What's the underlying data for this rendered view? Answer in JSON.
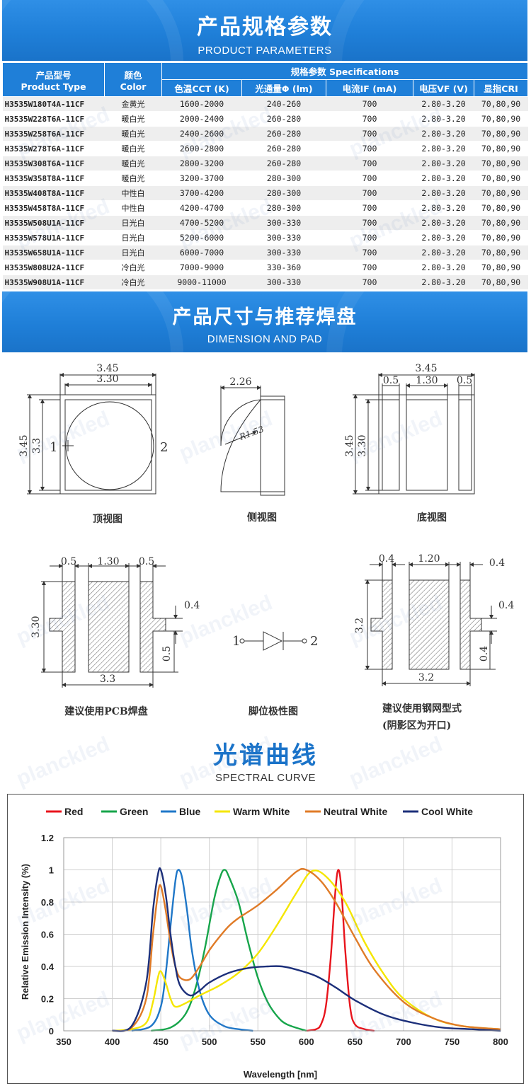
{
  "section1": {
    "title_zh": "产品规格参数",
    "title_en": "PRODUCT PARAMETERS"
  },
  "table": {
    "h_model_zh": "产品型号",
    "h_model_en": "Product Type",
    "h_color_zh": "颜色",
    "h_color_en": "Color",
    "h_spec": "规格参数 Specifications",
    "columns": [
      "色温CCT (K)",
      "光通量Φ (lm)",
      "电流IF (mA)",
      "电压VF (V)",
      "显指CRI"
    ],
    "rows": [
      [
        "H3535W180T4A-11CF",
        "金黄光",
        "1600-2000",
        "240-260",
        "700",
        "2.80-3.20",
        "70,80,90"
      ],
      [
        "H3535W228T6A-11CF",
        "暖白光",
        "2000-2400",
        "260-280",
        "700",
        "2.80-3.20",
        "70,80,90"
      ],
      [
        "H3535W258T6A-11CF",
        "暖白光",
        "2400-2600",
        "260-280",
        "700",
        "2.80-3.20",
        "70,80,90"
      ],
      [
        "H3535W278T6A-11CF",
        "暖白光",
        "2600-2800",
        "260-280",
        "700",
        "2.80-3.20",
        "70,80,90"
      ],
      [
        "H3535W308T6A-11CF",
        "暖白光",
        "2800-3200",
        "260-280",
        "700",
        "2.80-3.20",
        "70,80,90"
      ],
      [
        "H3535W358T8A-11CF",
        "暖白光",
        "3200-3700",
        "280-300",
        "700",
        "2.80-3.20",
        "70,80,90"
      ],
      [
        "H3535W408T8A-11CF",
        "中性白",
        "3700-4200",
        "280-300",
        "700",
        "2.80-3.20",
        "70,80,90"
      ],
      [
        "H3535W458T8A-11CF",
        "中性白",
        "4200-4700",
        "280-300",
        "700",
        "2.80-3.20",
        "70,80,90"
      ],
      [
        "H3535W508U1A-11CF",
        "日光白",
        "4700-5200",
        "300-330",
        "700",
        "2.80-3.20",
        "70,80,90"
      ],
      [
        "H3535W578U1A-11CF",
        "日光白",
        "5200-6000",
        "300-330",
        "700",
        "2.80-3.20",
        "70,80,90"
      ],
      [
        "H3535W658U1A-11CF",
        "日光白",
        "6000-7000",
        "300-330",
        "700",
        "2.80-3.20",
        "70,80,90"
      ],
      [
        "H3535W808U2A-11CF",
        "冷白光",
        "7000-9000",
        "330-360",
        "700",
        "2.80-3.20",
        "70,80,90"
      ],
      [
        "H3535W908U1A-11CF",
        "冷白光",
        "9000-11000",
        "300-330",
        "700",
        "2.80-3.20",
        "70,80,90"
      ]
    ]
  },
  "section2": {
    "title_zh": "产品尺寸与推荐焊盘",
    "title_en": "DIMENSION AND PAD"
  },
  "dimensions": {
    "top_view": {
      "w_outer": "3.45",
      "w_inner": "3.30",
      "h_outer": "3.45",
      "h_inner": "3.3",
      "pin1": "1",
      "pin2": "2",
      "caption": "顶视图"
    },
    "side_view": {
      "w": "2.26",
      "radius": "R1.53",
      "caption": "侧视图"
    },
    "bottom_view": {
      "w": "3.45",
      "pad_l": "0.5",
      "pad_c": "1.30",
      "pad_r": "0.5",
      "h_outer": "3.45",
      "h_inner": "3.30",
      "caption": "底视图"
    },
    "pcb_pad": {
      "pad_l": "0.5",
      "pad_c": "1.30",
      "pad_r": "0.5",
      "h": "3.30",
      "tab": "0.4",
      "tab_off": "0.5",
      "w": "3.3",
      "caption": "建议使用PCB焊盘"
    },
    "polarity": {
      "pin1": "1",
      "pin2": "2",
      "caption": "脚位极性图"
    },
    "stencil": {
      "pad_l": "0.4",
      "pad_c": "1.20",
      "pad_r": "0.4",
      "h": "3.2",
      "tab": "0.4",
      "tab_off": "0.4",
      "w": "3.2",
      "caption1": "建议使用钢网型式",
      "caption2": "(阴影区为开口)"
    }
  },
  "section3": {
    "title_zh": "光谱曲线",
    "title_en": "SPECTRAL CURVE"
  },
  "watermark": "planckled",
  "chart_data": {
    "type": "line",
    "xlabel": "Wavelength  [nm]",
    "ylabel": "Relative Emission Intensity (%)",
    "xlim": [
      350,
      800
    ],
    "ylim": [
      0,
      1.2
    ],
    "xticks": [
      350,
      400,
      450,
      500,
      550,
      600,
      650,
      700,
      750,
      800
    ],
    "yticks": [
      0,
      0.2,
      0.4,
      0.6,
      0.8,
      1,
      1.2
    ],
    "grid": true,
    "legend": "top",
    "series": [
      {
        "name": "Red",
        "color": "#e8141c",
        "x": [
          600,
          610,
          615,
          620,
          625,
          630,
          633,
          636,
          640,
          645,
          650,
          660,
          670
        ],
        "y": [
          0,
          0.01,
          0.04,
          0.15,
          0.45,
          0.88,
          1.0,
          0.88,
          0.5,
          0.15,
          0.04,
          0.01,
          0
        ]
      },
      {
        "name": "Green",
        "color": "#16a54a",
        "x": [
          440,
          460,
          475,
          485,
          495,
          505,
          512,
          516,
          520,
          530,
          540,
          550,
          560,
          570,
          580,
          600
        ],
        "y": [
          0,
          0.02,
          0.1,
          0.25,
          0.5,
          0.82,
          0.97,
          1.0,
          0.96,
          0.8,
          0.55,
          0.33,
          0.18,
          0.09,
          0.04,
          0
        ]
      },
      {
        "name": "Blue",
        "color": "#1f77c8",
        "x": [
          420,
          440,
          450,
          455,
          460,
          465,
          468,
          472,
          477,
          482,
          490,
          500,
          515,
          530,
          545
        ],
        "y": [
          0,
          0.03,
          0.15,
          0.35,
          0.65,
          0.93,
          1.0,
          0.95,
          0.75,
          0.5,
          0.25,
          0.1,
          0.03,
          0.01,
          0
        ]
      },
      {
        "name": "Warm White",
        "color": "#f5e600",
        "x": [
          400,
          420,
          435,
          442,
          447,
          450,
          455,
          460,
          465,
          475,
          490,
          510,
          530,
          550,
          570,
          590,
          605,
          620,
          640,
          660,
          680,
          700,
          730,
          760,
          800
        ],
        "y": [
          0,
          0.01,
          0.05,
          0.18,
          0.33,
          0.37,
          0.3,
          0.2,
          0.15,
          0.17,
          0.22,
          0.28,
          0.36,
          0.48,
          0.66,
          0.86,
          0.99,
          0.96,
          0.8,
          0.55,
          0.35,
          0.2,
          0.08,
          0.03,
          0.01
        ]
      },
      {
        "name": "Neutral White",
        "color": "#e07b27",
        "x": [
          400,
          420,
          435,
          442,
          447,
          450,
          455,
          460,
          465,
          470,
          480,
          490,
          500,
          510,
          520,
          530,
          550,
          570,
          590,
          600,
          615,
          630,
          650,
          670,
          700,
          730,
          760,
          800
        ],
        "y": [
          0,
          0.02,
          0.2,
          0.6,
          0.85,
          0.9,
          0.75,
          0.55,
          0.4,
          0.33,
          0.32,
          0.4,
          0.5,
          0.58,
          0.65,
          0.7,
          0.78,
          0.88,
          0.99,
          1.0,
          0.93,
          0.8,
          0.58,
          0.38,
          0.18,
          0.08,
          0.03,
          0.01
        ]
      },
      {
        "name": "Cool White",
        "color": "#1c2f7a",
        "x": [
          400,
          420,
          435,
          442,
          447,
          450,
          455,
          460,
          465,
          470,
          480,
          490,
          500,
          520,
          540,
          560,
          575,
          590,
          610,
          630,
          650,
          680,
          710,
          740,
          770,
          800
        ],
        "y": [
          0,
          0.03,
          0.3,
          0.75,
          0.97,
          1.0,
          0.85,
          0.6,
          0.4,
          0.28,
          0.22,
          0.25,
          0.3,
          0.36,
          0.39,
          0.4,
          0.4,
          0.38,
          0.34,
          0.27,
          0.19,
          0.1,
          0.05,
          0.02,
          0.01,
          0
        ]
      }
    ]
  }
}
